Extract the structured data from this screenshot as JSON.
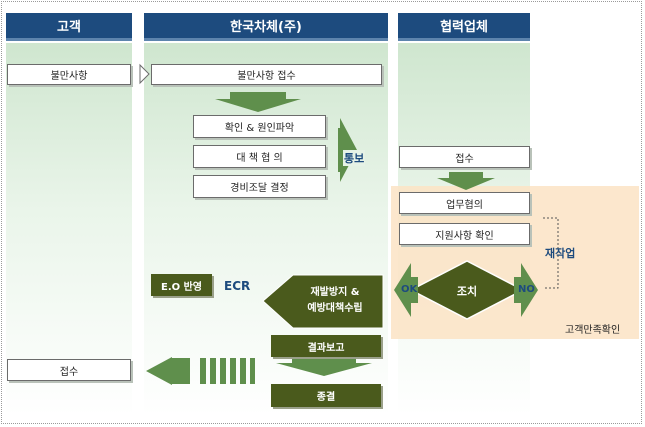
{
  "headers": {
    "customer": "고객",
    "company": "한국차체(주)",
    "partner": "협력업체"
  },
  "customer": {
    "complaint": "불만사항",
    "receive": "접수"
  },
  "company": {
    "receive_complaint": "불만사항 접수",
    "check_cause": "확인 & 원인파악",
    "countermeasure": "대 책 협 의",
    "cost_decision": "경비조달 결정",
    "prevention": [
      "재발방지 &",
      "예방대책수립"
    ],
    "result_report": "결과보고",
    "end": "종결"
  },
  "notify": "통보",
  "partner": {
    "receive": "접수",
    "consult": "업무협의",
    "support_check": "지원사항 확인",
    "action": "조치",
    "rework": "재작업",
    "satisfaction": "고객만족확인"
  },
  "ecr": {
    "label": "ECR",
    "eo": "E.O 반영"
  },
  "decision": {
    "ok": "OK",
    "no": "NO"
  },
  "colors": {
    "header": "#1d4b7e",
    "arrow": "#5f8f4c",
    "dark_olive": "#4a5a1c",
    "peach": "#fbe3c4"
  }
}
